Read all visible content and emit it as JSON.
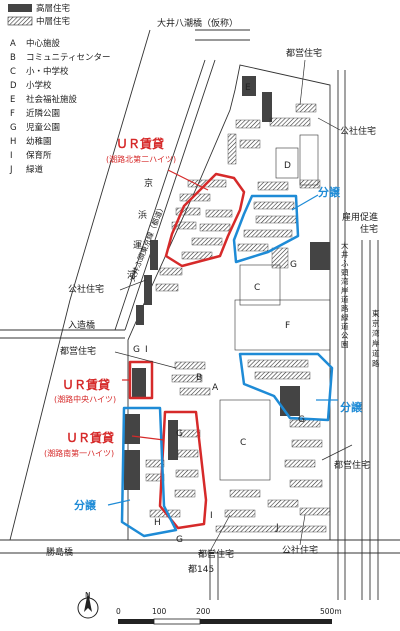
{
  "legend": {
    "high_rise_label": "高層住宅",
    "mid_rise_label": "中層住宅",
    "items": [
      {
        "key": "A",
        "label": "中心施設"
      },
      {
        "key": "B",
        "label": "コミュニティセンター"
      },
      {
        "key": "C",
        "label": "小・中学校"
      },
      {
        "key": "D",
        "label": "小学校"
      },
      {
        "key": "E",
        "label": "社会福祉施設"
      },
      {
        "key": "F",
        "label": "近隣公園"
      },
      {
        "key": "G",
        "label": "児童公園"
      },
      {
        "key": "H",
        "label": "幼稚園"
      },
      {
        "key": "I",
        "label": "保育所"
      },
      {
        "key": "J",
        "label": "緑道"
      }
    ]
  },
  "place_labels": {
    "bridge_north": "大井八潮橋（仮称）",
    "canal_chars": [
      "京",
      "浜",
      "運",
      "河"
    ],
    "canal_road": "大井ふ頭東京線（都道）",
    "irifune_bridge": "入造橋",
    "katsushima_bridge": "勝島橋",
    "route": "都145",
    "oi_road_chars": [
      "大",
      "井",
      "ふ",
      "頭",
      "湾",
      "岸",
      "道",
      "路",
      "緑",
      "道",
      "公",
      "園"
    ],
    "bay_road_chars": [
      "東",
      "京",
      "湾",
      "岸",
      "道",
      "路"
    ],
    "facility_letters": [
      "A",
      "B",
      "C",
      "D",
      "E",
      "F",
      "G",
      "H",
      "I",
      "J"
    ]
  },
  "housing_labels": {
    "metro_housing": "都営住宅",
    "public_housing": "公社住宅",
    "employment_housing": "雇用促進住宅"
  },
  "annotations": {
    "ur_north_title": "ＵＲ賃貸",
    "ur_north_sub": "(潮路北第二ハイツ)",
    "ur_central_title": "ＵＲ賃貸",
    "ur_central_sub": "(潮路中央ハイツ)",
    "ur_south_title": "ＵＲ賃貸",
    "ur_south_sub": "(潮路南第一ハイツ)",
    "sale": "分譲"
  },
  "scale": {
    "ticks": [
      "0",
      "100",
      "200",
      "500m"
    ]
  },
  "colors": {
    "ur_red": "#d62a2a",
    "sale_blue": "#1e8bd6",
    "ink": "#222222"
  }
}
